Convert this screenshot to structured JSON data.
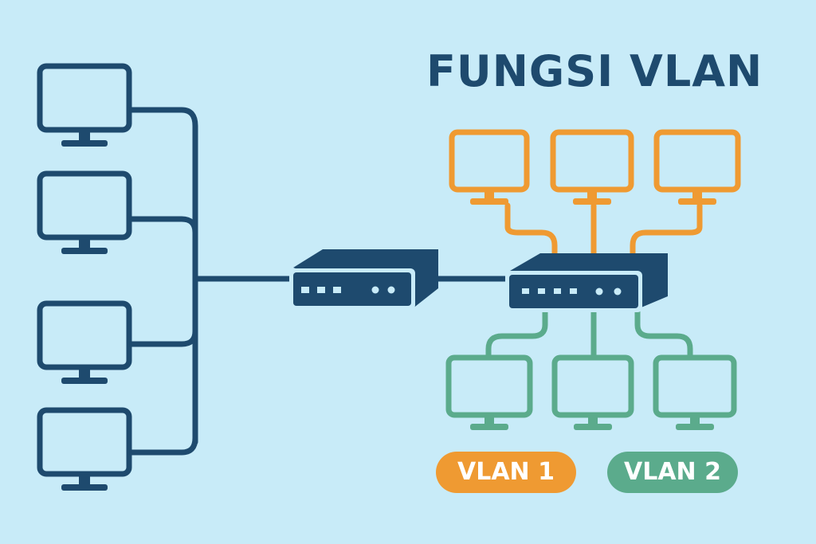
{
  "title": "FUNGSI VLAN",
  "badges": {
    "vlan1": "VLAN 1",
    "vlan2": "VLAN 2"
  },
  "colors": {
    "background": "#c8ebf8",
    "navy": "#1e4a6e",
    "orange": "#ef9a32",
    "green": "#5bab8c"
  },
  "icons": {
    "left_computers": [
      "monitor-icon",
      "monitor-icon",
      "monitor-icon",
      "monitor-icon"
    ],
    "vlan1_computers": [
      "monitor-icon",
      "monitor-icon",
      "monitor-icon"
    ],
    "vlan2_computers": [
      "monitor-icon",
      "monitor-icon",
      "monitor-icon"
    ],
    "devices": [
      "router-icon",
      "switch-icon"
    ]
  }
}
